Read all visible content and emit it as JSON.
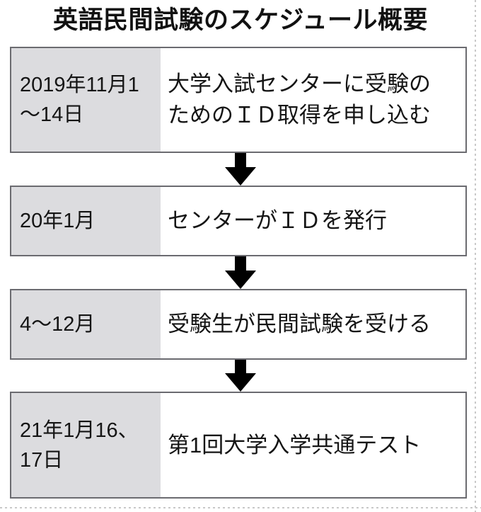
{
  "title": "英語民間試験のスケジュール概要",
  "accent_colors": {
    "cell_gray": "#dcdcdf",
    "border": "#6b6b70",
    "arrow": "#000000",
    "text": "#151515",
    "background": "#ffffff"
  },
  "steps": [
    {
      "date_lines": [
        "2019年11月1",
        "〜14日"
      ],
      "description_lines": [
        "大学入試センターに受験の",
        "ためのＩＤ取得を申し込む"
      ]
    },
    {
      "date_lines": [
        "20年1月"
      ],
      "description_lines": [
        "センターがＩＤを発行"
      ]
    },
    {
      "date_lines": [
        "4〜12月"
      ],
      "description_lines": [
        "受験生が民間試験を受ける"
      ]
    },
    {
      "date_lines": [
        "21年1月16、",
        "17日"
      ],
      "description_lines": [
        "第1回大学入学共通テスト"
      ]
    }
  ],
  "connectors": [
    {
      "icon": "down-arrow-icon"
    },
    {
      "icon": "down-arrow-icon"
    },
    {
      "icon": "down-arrow-icon"
    }
  ]
}
